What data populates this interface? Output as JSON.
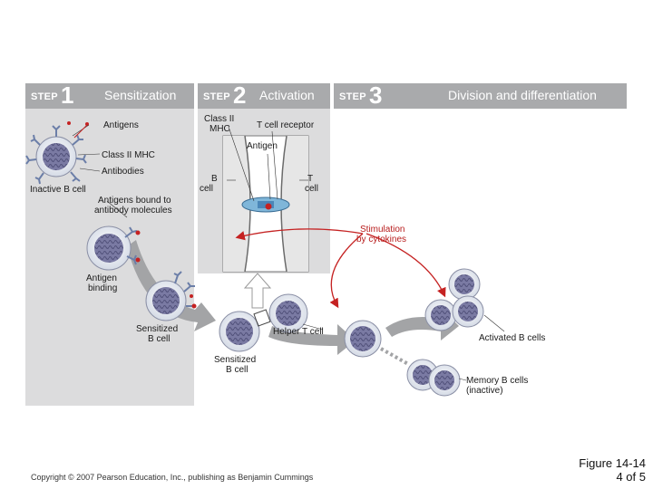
{
  "steps": [
    {
      "word": "STEP",
      "number": "1",
      "title": "Sensitization"
    },
    {
      "word": "STEP",
      "number": "2",
      "title": "Activation"
    },
    {
      "word": "STEP",
      "number": "3",
      "title": "Division and differentiation"
    }
  ],
  "labels": {
    "antigens": "Antigens",
    "class_ii_mhc_1": "Class II MHC",
    "antibodies": "Antibodies",
    "inactive_b_cell": "Inactive B cell",
    "antigens_bound_1": "Antigens bound to",
    "antigens_bound_2": "antibody molecules",
    "antigen_binding_1": "Antigen",
    "antigen_binding_2": "binding",
    "sensitized_b_cell_1a": "Sensitized",
    "sensitized_b_cell_1b": "B cell",
    "class_ii_mhc_2a": "Class II",
    "class_ii_mhc_2b": "MHC",
    "t_cell_receptor": "T cell receptor",
    "antigen": "Antigen",
    "b_cell_1": "B",
    "b_cell_2": "cell",
    "t_cell_1": "T",
    "t_cell_2": "cell",
    "stimulation_1": "Stimulation",
    "stimulation_2": "by cytokines",
    "helper_t_cell": "Helper T cell",
    "sensitized_b_cell_2a": "Sensitized",
    "sensitized_b_cell_2b": "B cell",
    "activated_b_cells": "Activated B cells",
    "memory_b_cells_1": "Memory B cells",
    "memory_b_cells_2": "(inactive)"
  },
  "footer": {
    "copyright": "Copyright © 2007 Pearson Education, Inc., publishing as Benjamin Cummings",
    "figure_line1": "Figure 14-14",
    "figure_line2": "4 of 5"
  },
  "colors": {
    "panel": "#dcdcdd",
    "step_bar": "#a9aaac",
    "arrow": "#a3a4a6",
    "cell_fill": "#eef1f6",
    "nucleus": "#6f6f9a",
    "red_arrow": "#c52222"
  }
}
